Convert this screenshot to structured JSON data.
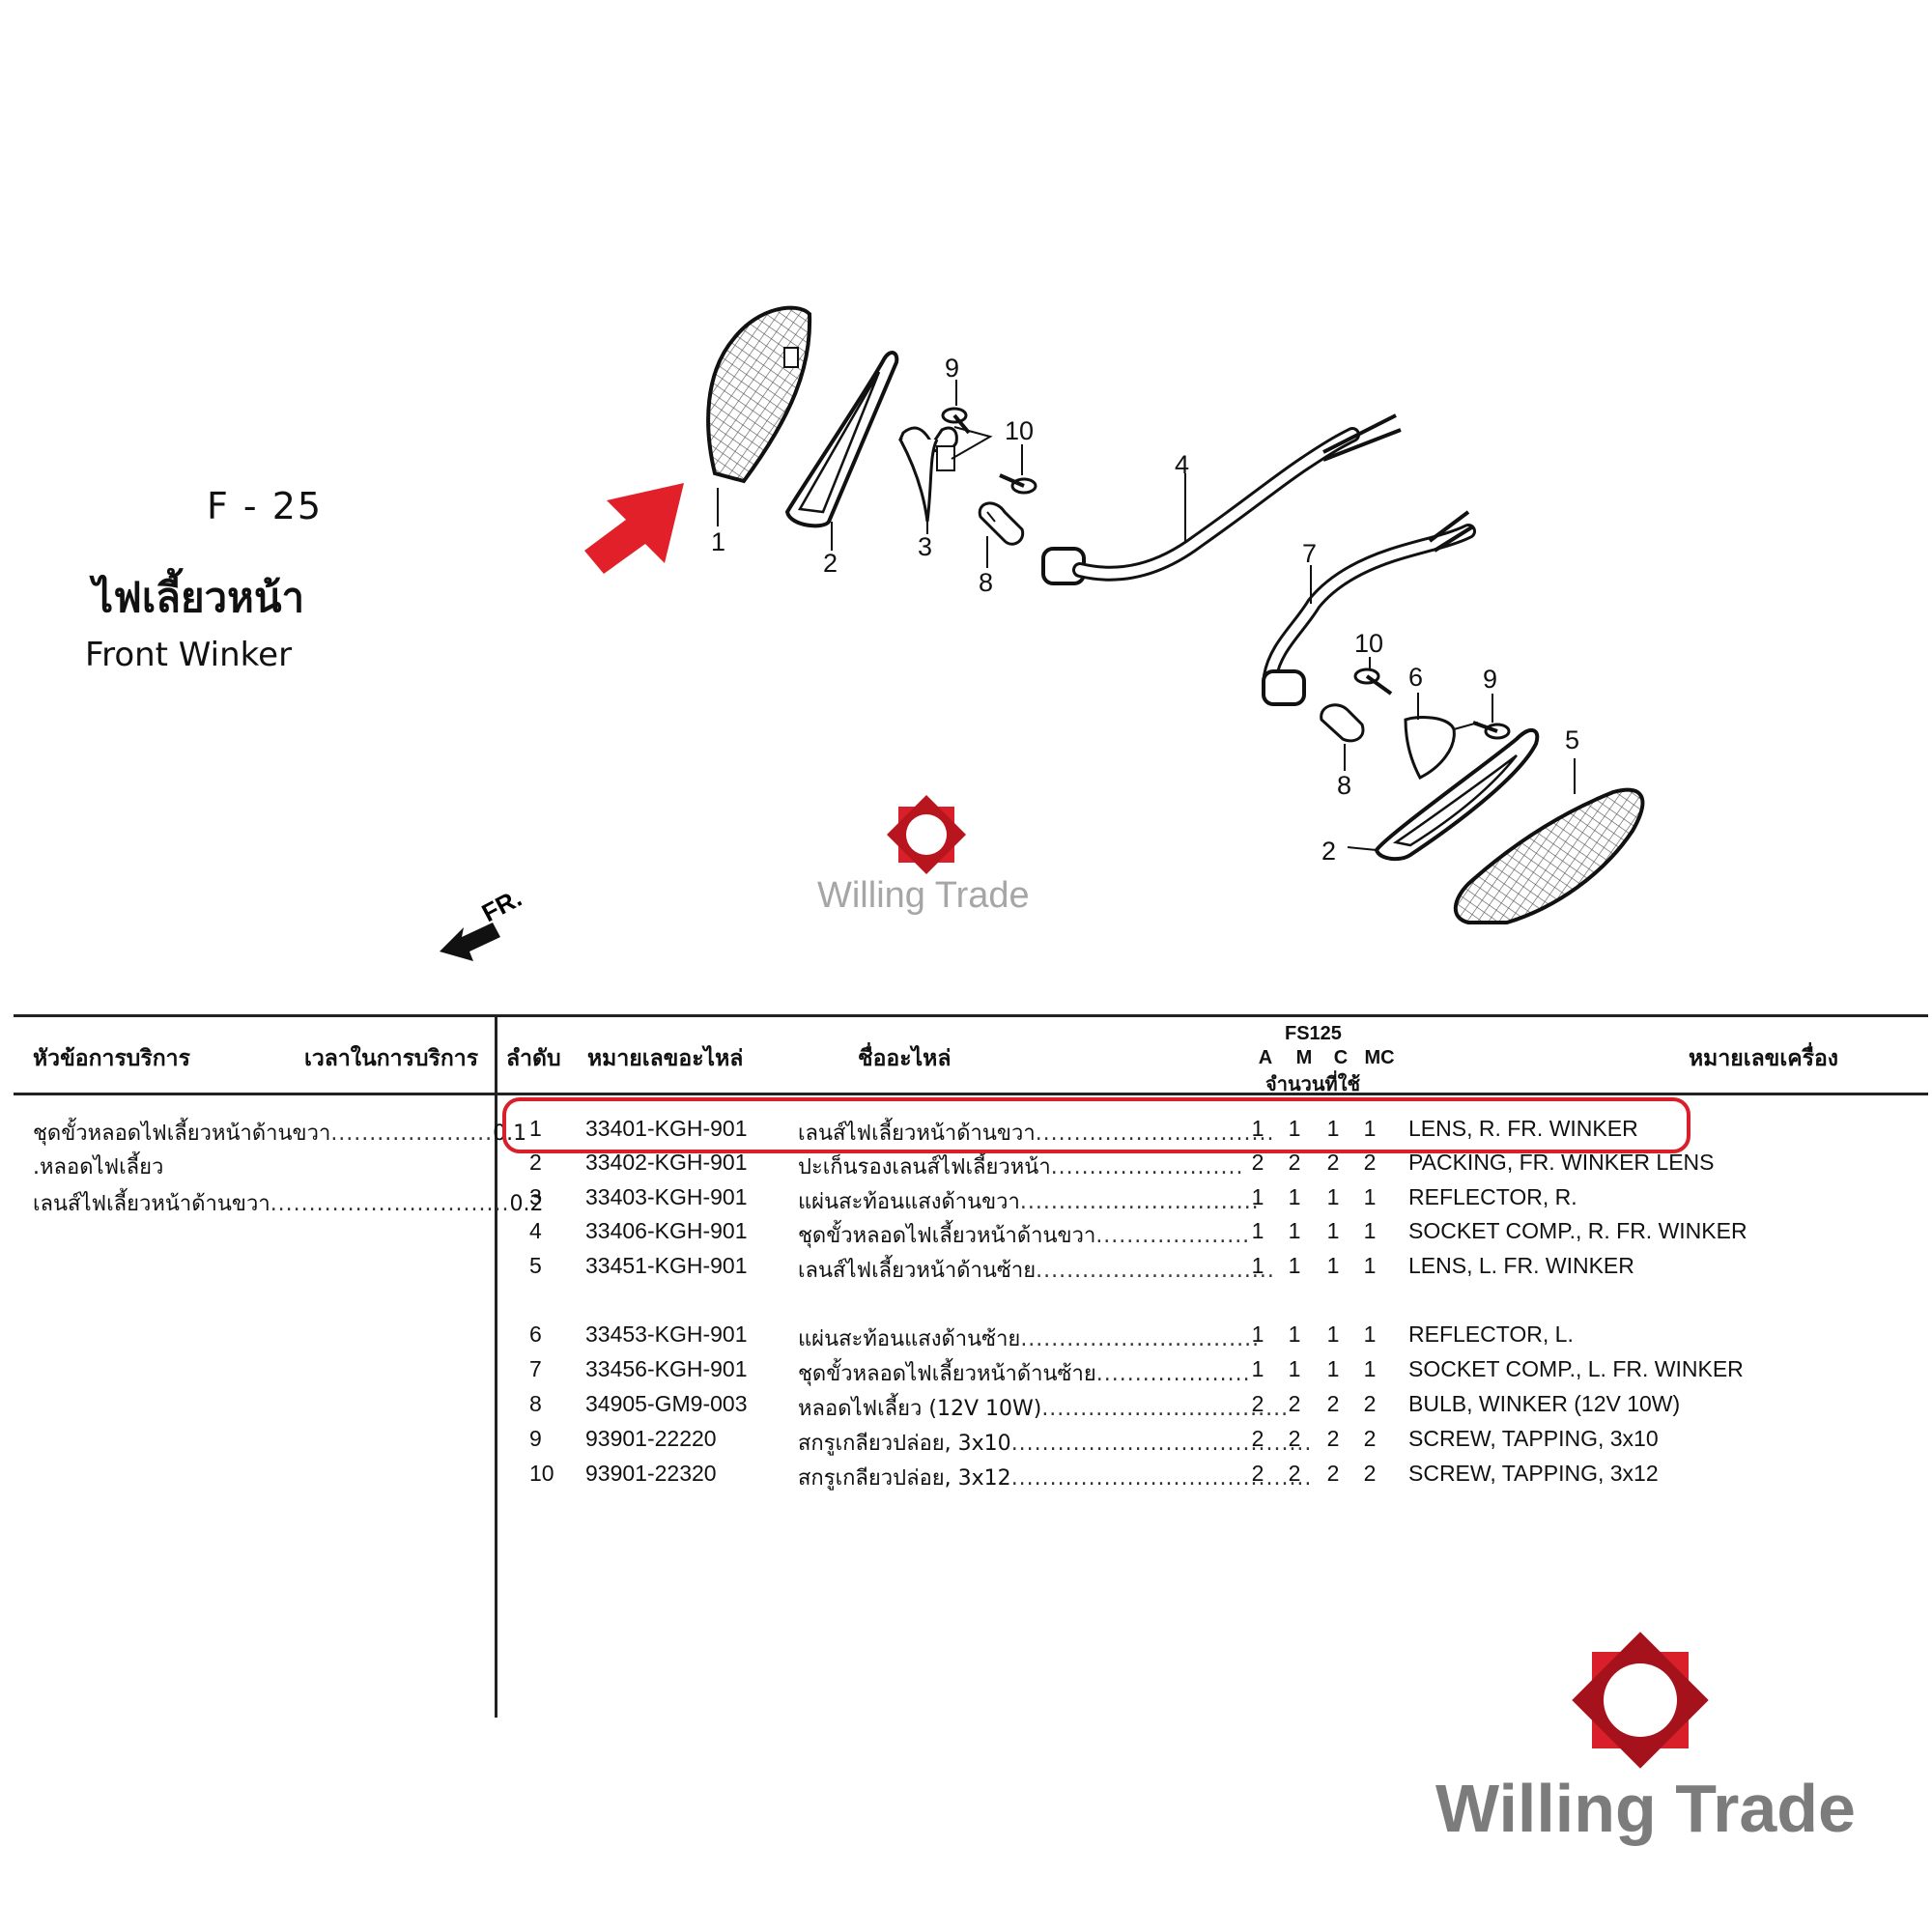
{
  "figure": {
    "code": "F - 25",
    "title_th": "ไฟเลี้ยวหน้า",
    "title_en": "Front Winker",
    "fr_label": "FR."
  },
  "callouts": [
    "1",
    "2",
    "3",
    "4",
    "7",
    "8",
    "9",
    "10",
    "10",
    "6",
    "9",
    "5",
    "8",
    "2"
  ],
  "brand": {
    "name": "Willing Trade",
    "color": "#d9202a"
  },
  "service_table": {
    "col_service": "หัวข้อการบริการ",
    "col_time": "เวลาในการบริการ",
    "items": [
      {
        "name": "ชุดขั้วหลอดไฟเลี้ยวหน้าด้านขวา",
        "dots": ".....................",
        "time": "0.1"
      },
      {
        "name": ".หลอดไฟเลี้ยว",
        "dots": "",
        "time": ""
      },
      {
        "name": "เลนส์ไฟเลี้ยวหน้าด้านขวา",
        "dots": "...............................",
        "time": "0.2"
      }
    ]
  },
  "parts_table": {
    "col_no": "ลำดับ",
    "col_part_no": "หมายเลขอะไหล่",
    "col_name": "ชื่ออะไหล่",
    "model": "FS125",
    "variants": [
      "A",
      "M",
      "C",
      "MC"
    ],
    "qty_label": "จำนวนที่ใช้",
    "col_serial": "หมายเลขเครื่อง",
    "rows": [
      {
        "no": "1",
        "part_no": "33401-KGH-901",
        "name_th": "เลนส์ไฟเลี้ยวหน้าด้านขวา",
        "dots": "...............................",
        "qty": [
          "1",
          "1",
          "1",
          "1"
        ],
        "name_en": "LENS, R. FR. WINKER"
      },
      {
        "no": "2",
        "part_no": "33402-KGH-901",
        "name_th": "ปะเก็นรองเลนส์ไฟเลี้ยวหน้า",
        "dots": ".........................",
        "qty": [
          "2",
          "2",
          "2",
          "2"
        ],
        "name_en": "PACKING, FR. WINKER LENS"
      },
      {
        "no": "3",
        "part_no": "33403-KGH-901",
        "name_th": "แผ่นสะท้อนแสงด้านขวา",
        "dots": "...............................",
        "qty": [
          "1",
          "1",
          "1",
          "1"
        ],
        "name_en": "REFLECTOR, R."
      },
      {
        "no": "4",
        "part_no": "33406-KGH-901",
        "name_th": "ชุดขั้วหลอดไฟเลี้ยวหน้าด้านขวา",
        "dots": "....................",
        "qty": [
          "1",
          "1",
          "1",
          "1"
        ],
        "name_en": "SOCKET COMP., R. FR. WINKER"
      },
      {
        "no": "5",
        "part_no": "33451-KGH-901",
        "name_th": "เลนส์ไฟเลี้ยวหน้าด้านซ้าย",
        "dots": "...............................",
        "qty": [
          "1",
          "1",
          "1",
          "1"
        ],
        "name_en": "LENS, L. FR. WINKER"
      },
      {
        "no": "6",
        "part_no": "33453-KGH-901",
        "name_th": "แผ่นสะท้อนแสงด้านซ้าย",
        "dots": "...............................",
        "qty": [
          "1",
          "1",
          "1",
          "1"
        ],
        "name_en": "REFLECTOR, L."
      },
      {
        "no": "7",
        "part_no": "33456-KGH-901",
        "name_th": "ชุดขั้วหลอดไฟเลี้ยวหน้าด้านซ้าย",
        "dots": "....................",
        "qty": [
          "1",
          "1",
          "1",
          "1"
        ],
        "name_en": "SOCKET COMP., L. FR. WINKER"
      },
      {
        "no": "8",
        "part_no": "34905-GM9-003",
        "name_th": "หลอดไฟเลี้ยว (12V 10W)",
        "dots": "................................",
        "qty": [
          "2",
          "2",
          "2",
          "2"
        ],
        "name_en": "BULB, WINKER (12V 10W)"
      },
      {
        "no": "9",
        "part_no": "93901-22220",
        "name_th": "สกรูเกลียวปล่อย, 3x10",
        "dots": ".......................................",
        "qty": [
          "2",
          "2",
          "2",
          "2"
        ],
        "name_en": "SCREW, TAPPING, 3x10"
      },
      {
        "no": "10",
        "part_no": "93901-22320",
        "name_th": "สกรูเกลียวปล่อย, 3x12",
        "dots": ".......................................",
        "qty": [
          "2",
          "2",
          "2",
          "2"
        ],
        "name_en": "SCREW, TAPPING, 3x12"
      }
    ]
  }
}
